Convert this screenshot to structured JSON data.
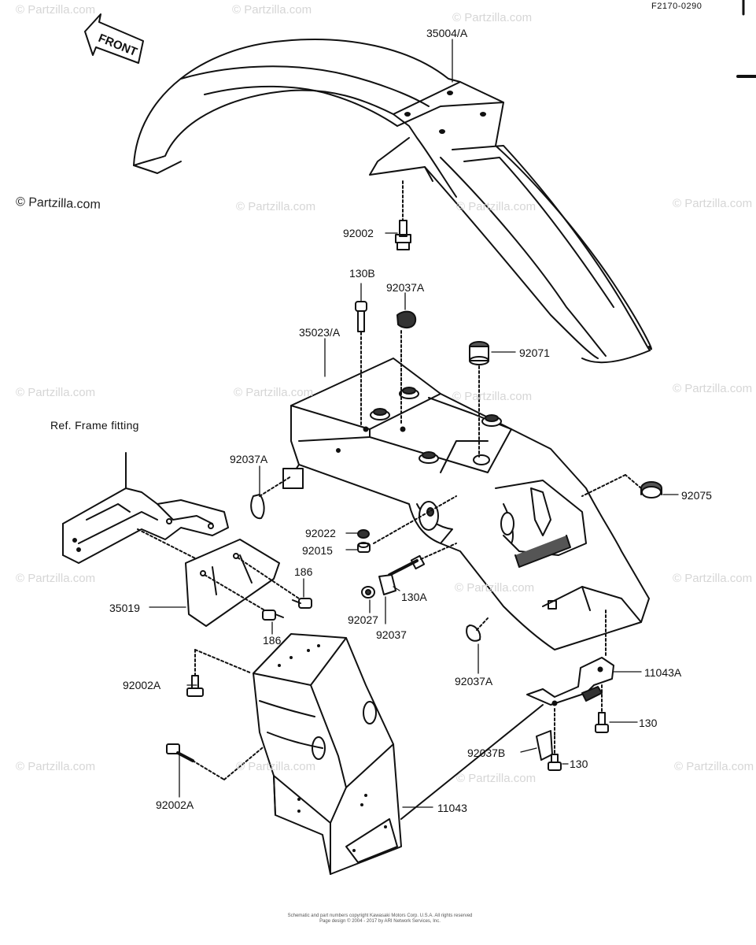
{
  "doc_id": "F2170-0290",
  "front_label": "FRONT",
  "ref_note": "Ref. Frame fitting",
  "watermark": "© Partzilla.com",
  "parts": [
    {
      "id": "p1",
      "label": "35004/A"
    },
    {
      "id": "p2",
      "label": "92002"
    },
    {
      "id": "p3",
      "label": "130B"
    },
    {
      "id": "p4",
      "label": "92037A"
    },
    {
      "id": "p5",
      "label": "35023/A"
    },
    {
      "id": "p6",
      "label": "92071"
    },
    {
      "id": "p7",
      "label": "92037A"
    },
    {
      "id": "p8",
      "label": "92075"
    },
    {
      "id": "p9",
      "label": "92022"
    },
    {
      "id": "p10",
      "label": "92015"
    },
    {
      "id": "p11",
      "label": "186"
    },
    {
      "id": "p12",
      "label": "130A"
    },
    {
      "id": "p13",
      "label": "35019"
    },
    {
      "id": "p14",
      "label": "92027"
    },
    {
      "id": "p15",
      "label": "92037"
    },
    {
      "id": "p16",
      "label": "186"
    },
    {
      "id": "p17",
      "label": "92037A"
    },
    {
      "id": "p18",
      "label": "11043A"
    },
    {
      "id": "p19",
      "label": "92002A"
    },
    {
      "id": "p20",
      "label": "130"
    },
    {
      "id": "p21",
      "label": "92037B"
    },
    {
      "id": "p22",
      "label": "130"
    },
    {
      "id": "p23",
      "label": "92002A"
    },
    {
      "id": "p24",
      "label": "11043"
    }
  ],
  "footer": {
    "line1": "Schematic and part numbers copyright Kawasaki Motors Corp. U.S.A. All rights reserved",
    "line2": "Page design © 2004 - 2017 by ARI Network Services, Inc."
  }
}
